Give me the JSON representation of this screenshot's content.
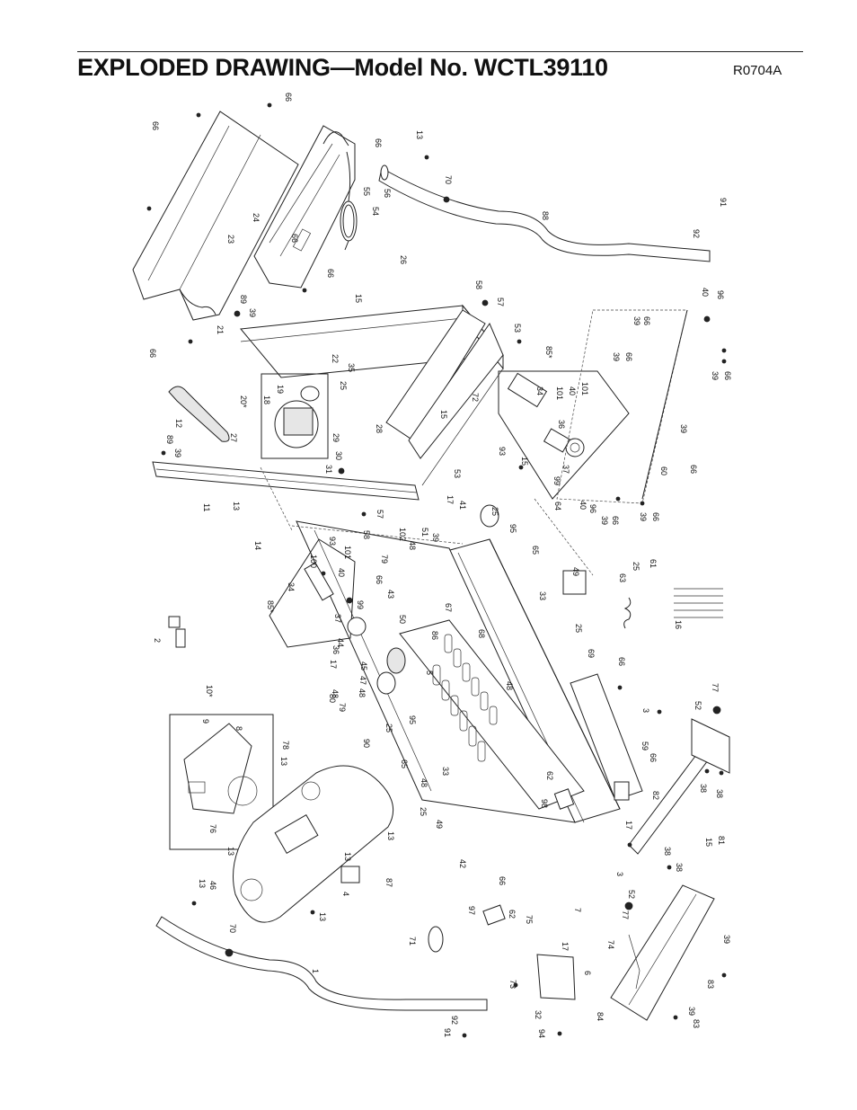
{
  "header": {
    "title": "EXPLODED DRAWING—Model No. WCTL39110",
    "code": "R0704A"
  },
  "callouts": {
    "c66a": "66",
    "c66b": "66",
    "c66c": "66",
    "c66d": "66",
    "c66e": "66",
    "c66f": "66",
    "c13a": "13",
    "c70a": "70",
    "c56": "56",
    "c55": "55",
    "c54": "54",
    "c24": "24",
    "c23": "23",
    "c88": "88",
    "c91a": "91",
    "c92a": "92",
    "c26": "26",
    "c15a": "15",
    "c58a": "58",
    "c57a": "57",
    "c89a": "89",
    "c39a": "39",
    "c21": "21",
    "c53a": "53",
    "c40a": "40",
    "c96a": "96",
    "c39b": "39",
    "c66g": "66",
    "c85a": "85*",
    "c39c": "39",
    "c66h": "66",
    "c39d": "39",
    "c66i": "66",
    "c22": "22",
    "c35": "35",
    "c25a": "25",
    "c20": "20*",
    "c19": "19",
    "c18": "18",
    "c12": "12",
    "c15b": "15",
    "c72": "72",
    "c34a": "34",
    "c101a": "101",
    "c40b": "40",
    "c101b": "101",
    "c36a": "36",
    "c28": "28",
    "c29": "29",
    "c30": "30",
    "c31": "31",
    "c27": "27",
    "c89b": "89",
    "c39e": "39",
    "c93a": "93",
    "c15c": "15",
    "c37a": "37",
    "c99a": "99",
    "c39f": "39",
    "c66j": "66",
    "c60": "60",
    "c53b": "53",
    "c17a": "17",
    "c41": "41",
    "c25b": "25",
    "c95a": "95",
    "c64": "64",
    "c40c": "40",
    "c96b": "96",
    "c39g": "39",
    "c66k": "66",
    "c39h": "39",
    "c66l": "66",
    "c11": "11",
    "c13b": "13",
    "c14": "14",
    "c57b": "57",
    "c58b": "58",
    "c51": "51",
    "c39i": "39",
    "c48a": "48",
    "c102": "102",
    "c65a": "65",
    "c33a": "33",
    "c49a": "49",
    "c63": "63",
    "c25c": "25",
    "c61": "61",
    "c16": "16",
    "c85b": "85*",
    "c34b": "34",
    "c100": "100",
    "c93b": "93",
    "c101c": "101",
    "c40d": "40",
    "c99b": "99",
    "c37b": "37",
    "c36b": "36",
    "c66m": "66",
    "c79a": "79",
    "c43": "43",
    "c50": "50",
    "c67": "67",
    "c86": "86",
    "c68": "68",
    "c25d": "25",
    "c2": "2",
    "c44": "44",
    "c45": "45",
    "c17b": "17",
    "c47": "47",
    "c48b": "48",
    "c5": "5",
    "c48c": "48",
    "c69": "69",
    "c66n": "66",
    "c10": "10*",
    "c9": "9",
    "c8": "8",
    "c80": "80",
    "c79b": "79",
    "c48d": "48",
    "c95b": "95",
    "c25e": "25",
    "c90": "90",
    "c3a": "3",
    "c77a": "77",
    "c52a": "52",
    "c59": "59",
    "c66o": "66",
    "c78": "78",
    "c13c": "13",
    "c65b": "65",
    "c33b": "33",
    "c62a": "62",
    "c98": "98",
    "c38a": "38",
    "c38b": "38",
    "c82": "82",
    "c76": "76",
    "c48e": "48",
    "c25f": "25",
    "c49b": "49",
    "c13d": "13",
    "c13e": "13",
    "c17c": "17",
    "c15d": "15",
    "c81": "81",
    "c38c": "38",
    "c38d": "38",
    "c13f": "13",
    "c46": "46",
    "c4": "4",
    "c87": "87",
    "c42": "42",
    "c66p": "66",
    "c3b": "3",
    "c52b": "52",
    "c77b": "77",
    "c70b": "70",
    "c13g": "13",
    "c97": "97",
    "c62b": "62",
    "c75": "75",
    "c7": "7",
    "c71": "71",
    "c74": "74",
    "c39j": "39",
    "c1": "1",
    "c17d": "17",
    "c6": "6",
    "c73": "73",
    "c32": "32",
    "c94": "94",
    "c91b": "91",
    "c92b": "92",
    "c84": "84",
    "c83a": "83",
    "c39k": "39",
    "c83b": "83"
  }
}
